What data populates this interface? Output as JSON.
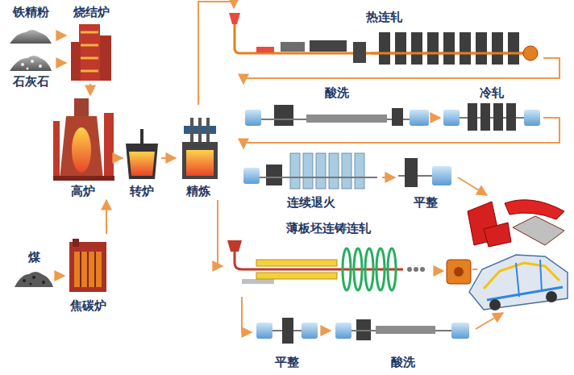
{
  "diagram": {
    "nodes": [
      {
        "text": [
          "铁精粉"
        ]
      },
      {
        "text": [
          "烧结炉"
        ]
      },
      {
        "text": [
          "石灰石"
        ]
      },
      {
        "text": [
          "高炉"
        ]
      },
      {
        "text": [
          "转炉"
        ]
      },
      {
        "text": [
          "精炼"
        ]
      },
      {
        "text": [
          "煤"
        ]
      },
      {
        "text": [
          "焦碳炉"
        ]
      },
      {
        "text": [
          "热连轧"
        ]
      },
      {
        "text": [
          "酸洗"
        ]
      },
      {
        "text": [
          "冷轧"
        ]
      },
      {
        "text": [
          "连续退火"
        ]
      },
      {
        "text": [
          "平整"
        ]
      },
      {
        "text": [
          "薄板坯连铸连轧"
        ]
      },
      {
        "text": [
          "平整"
        ]
      },
      {
        "text": [
          "酸洗"
        ]
      }
    ],
    "edges": [
      {
        "from": 0,
        "to": 1,
        "arrow": "to"
      },
      {
        "from": 2,
        "to": 1,
        "arrow": "to"
      },
      {
        "from": 1,
        "to": 3,
        "arrow": "to"
      },
      {
        "from": 6,
        "to": 7,
        "arrow": "to"
      },
      {
        "from": 7,
        "to": 3,
        "arrow": "to"
      },
      {
        "from": 3,
        "to": 4,
        "arrow": "to"
      },
      {
        "from": 4,
        "to": 5,
        "arrow": "to"
      },
      {
        "from": 5,
        "to": 8,
        "arrow": "to"
      },
      {
        "from": 8,
        "to": 9,
        "arrow": "to"
      },
      {
        "from": 9,
        "to": 10,
        "arrow": "to"
      },
      {
        "from": 10,
        "to": 11,
        "arrow": "to"
      },
      {
        "from": 11,
        "to": 12,
        "arrow": "to"
      },
      {
        "from": 5,
        "to": 13,
        "arrow": "to"
      },
      {
        "from": 13,
        "to": 14,
        "arrow": "to"
      },
      {
        "from": 14,
        "to": 15,
        "arrow": "to"
      }
    ]
  }
}
